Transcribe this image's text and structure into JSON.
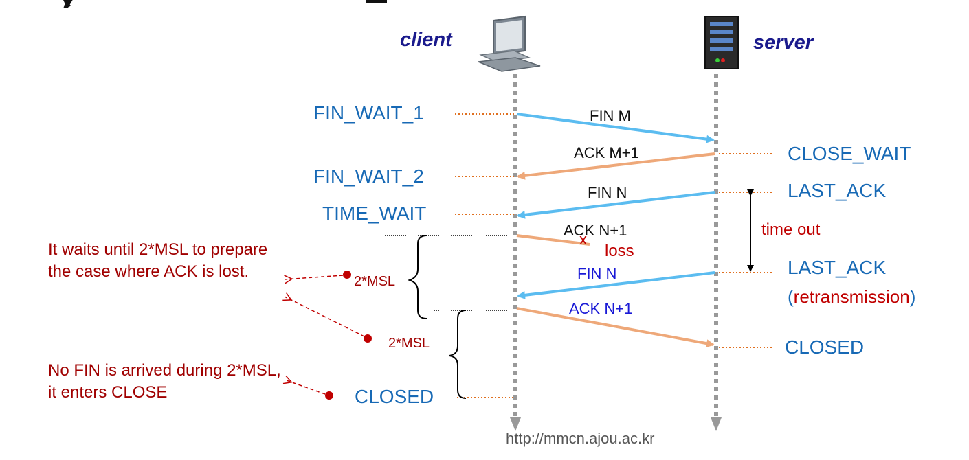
{
  "hosts": {
    "client": "client",
    "server": "server"
  },
  "client_states": {
    "fin_wait_1": "FIN_WAIT_1",
    "fin_wait_2": "FIN_WAIT_2",
    "time_wait": "TIME_WAIT",
    "closed": "CLOSED"
  },
  "server_states": {
    "close_wait": "CLOSE_WAIT",
    "last_ack": "LAST_ACK",
    "last_ack_retx": "LAST_ACK",
    "retransmission": "(retransmission)",
    "closed": "CLOSED"
  },
  "messages": {
    "fin_m": "FIN M",
    "ack_m1": "ACK M+1",
    "fin_n": "FIN N",
    "ack_n1": "ACK N+1",
    "fin_n_retx": "FIN N",
    "ack_n1_retx": "ACK N+1"
  },
  "annotations": {
    "loss": "loss",
    "loss_mark": "x",
    "time_out": "time out",
    "msl_1": "2*MSL",
    "msl_2": "2*MSL",
    "note_wait": "It waits until 2*MSL  to prepare the case where ACK is lost.",
    "note_close": "No FIN is arrived during 2*MSL, it enters CLOSE"
  },
  "footer": {
    "url": "http://mmcn.ajou.ac.kr"
  },
  "colors": {
    "state_blue": "#1769b5",
    "fin_arrow": "#5bbcf0",
    "ack_arrow": "#eea879",
    "dotted_orange": "#e07020",
    "lifeline": "#999999",
    "note_red": "#a00000"
  }
}
